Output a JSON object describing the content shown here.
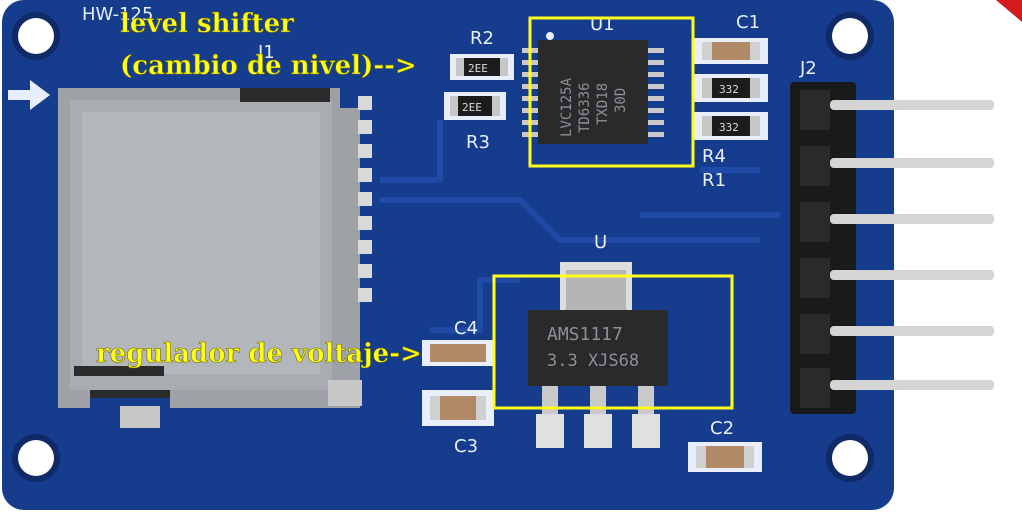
{
  "board": {
    "model_label": "HW-125",
    "socket_label": "J1",
    "header_label": "J2",
    "colors": {
      "pcb": "#163c8e",
      "pcb_trace": "#1e4ba8",
      "silkscreen": "#e8eefc",
      "highlight": "#ffff1a",
      "chip": "#2a2a2a",
      "metal": "#b8b8b8"
    }
  },
  "components": {
    "r2": "R2",
    "r3": "R3",
    "r4": "R4",
    "r1": "R1",
    "u1": "U1",
    "c1": "C1",
    "u": "U",
    "c4": "C4",
    "c3": "C3",
    "c2": "C2",
    "res_code_a": "2EE",
    "res_code_b": "2EE",
    "res_code_c": "332",
    "res_code_d": "332",
    "u1_marking": [
      "LVC125A",
      "TD6336",
      "TXD18",
      "30D"
    ],
    "reg_marking": [
      "AMS1117",
      "3.3 XJS68"
    ]
  },
  "annotations": {
    "level_shifter_line1": "level shifter",
    "level_shifter_line2": "(cambio de nivel)-->",
    "regulator": "regulador de voltaje->"
  }
}
